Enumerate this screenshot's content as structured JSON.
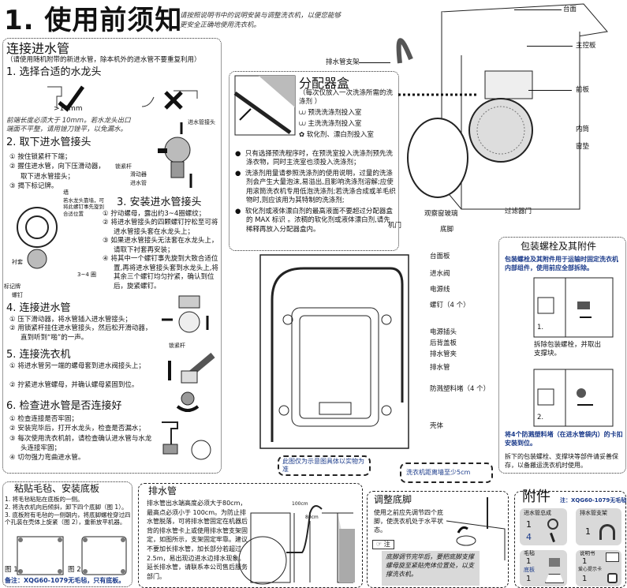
{
  "title": "1. 使用前须知",
  "subtitle": [
    "请按照说明书中的说明安装与调整洗衣机，以便您能够",
    "更安全正确地使用洗衣机。"
  ],
  "inlet": {
    "heading": "连接进水管",
    "note": "（请使用随机附带的新进水管，除本机外的进水管不要重复利用）",
    "s1": {
      "title": "1. 选择合适的水龙头",
      "measure": ">10mm",
      "caption": [
        "前端长度必须大于 10mm。若水龙头出口",
        "端面不平整，请用锉刀锉平，以免漏水。"
      ]
    },
    "s2": {
      "title": "2. 取下进水管接头",
      "items": [
        "① 按住锁紧杆下端；",
        "② 握住进水管，向下压滑动器，取下进水管接头；",
        "③ 揭下标记牌。"
      ],
      "labels": {
        "joint": "进水管接头",
        "lever": "锁紧杆",
        "slider": "滑动器",
        "pipe": "进水管"
      }
    },
    "s3": {
      "title": "3. 安装进水管接头",
      "wall": "墙",
      "wall_note": "若水龙头靠墙，可将此螺钉事先旋到合适位置",
      "labels": {
        "bush": "衬套",
        "tag": "标记牌",
        "screw": "螺钉",
        "turns": "3~4 圈"
      },
      "items": [
        "① 拧动螺母，露出约3~4圈螺纹；",
        "② 将进水管接头的四颗螺钉拧松至可将进水管接头套在水龙头上；",
        "③ 如果进水管接头无法套在水龙头上，请取下衬套再安装；",
        "④ 将其中一个螺钉事先旋到大致合适位置,再将进水管接头套到水龙头上,将其余三个螺钉均匀拧紧，确认到位后，旋紧螺钉。"
      ]
    },
    "s4": {
      "title": "4. 连接进水管",
      "items": [
        "① 压下滑动器，将水管插入进水管接头；",
        "② 用锁紧杆挂住进水管接头，然后松开滑动器，直到听到“啪”的一声。"
      ],
      "lever": "锁紧杆"
    },
    "s5": {
      "title": "5. 连接洗衣机",
      "items": [
        "① 将进水管另一端的螺母套到进水阀接头上；",
        "② 拧紧进水管螺母，并确认螺母紧固到位。"
      ]
    },
    "s6": {
      "title": "6. 检查进水管是否连接好",
      "items": [
        "① 检查连接是否牢固；",
        "② 安装完毕后，打开水龙头，检查是否漏水；",
        "③ 每次使用洗衣机前，请检查确认进水管与水龙头连接牢固；",
        "④ 切勿强力弯曲进水管。"
      ]
    }
  },
  "dispenser": {
    "title": "分配器盒",
    "note": "（每次仅放入一次洗涤所需的洗涤剂 ）",
    "compartments": [
      "预洗洗涤剂投入室",
      "主洗洗涤剂投入室",
      "软化剂、漂白剂投入室"
    ],
    "bullets": [
      "只有选择预洗程序时，在预洗室投入洗涤剂预先洗涤衣物，同时主洗室也须投入洗涤剂；",
      "洗涤剂用量请参照洗涤剂的使用说明，过量的洗涤剂会产生大量泡沫,易溢出,且影响洗涤剂溶解;应使用滚筒洗衣机专用低泡洗涤剂;若洗涤合成或羊毛织物时,则应该用为其特制的洗涤剂;",
      "软化剂或液体漂白剂的最高液面不要超过分配器盒的 MAX 标识 。浓稠的软化剂或液体漂白剂,请先稀释再放入分配器盒内。"
    ]
  },
  "front_labels": {
    "top": "台面",
    "panel": "主控板",
    "drain_holder": "排水管支架",
    "front": "前板",
    "drum": "内筒",
    "gasket": "窗垫",
    "filter": "过滤器门",
    "glass": "观察窗玻璃",
    "door": "机门",
    "foot": "底脚"
  },
  "rear_labels": [
    "台面板",
    "进水阀",
    "电源线",
    "螺钉（4 个）",
    "电源插头",
    "后背盖板",
    "排水管夹",
    "排水管",
    "防溅塑料堵（4 个）",
    "壳体"
  ],
  "rear_note": "此图仅为示意图具体以实物为准",
  "wall_note": "洗衣机距离墙至少5cm",
  "packing": {
    "title": "包装螺栓及其附件",
    "intro": "包装螺栓及其附件用于运输时固定洗衣机内部组件，使用前应全部拆除。",
    "step1": "1.",
    "cap1": "拆除包装螺栓，并取出支撑块。",
    "step2": "2.",
    "cap2": "将4个防溅塑料堵（在进水管袋内）的卡扣安装到位。",
    "footer": "拆下的包装螺栓、支撑块等部件请妥善保存，以备搬运洗衣机时使用。"
  },
  "felt": {
    "title": "粘贴毛毡、安装底板",
    "items": [
      "1. 将毛毡粘贴在底板的一侧。",
      "2. 将洗衣机向后倾斜，卸下四个底脚（图 1）。",
      "3. 底板附有毛毡的一侧朝内，将底脚螺栓穿过四个孔装在壳体上旋紧（图 2），重新放平机器。"
    ],
    "fig1": "图 1.",
    "fig2": "图 2.",
    "remark": "备注：XQG60-1079无毛毡，只有底板。"
  },
  "drain": {
    "title": "排水管",
    "text": "排水管出水端高度必须大于80cm，最高点必须小于 100cm。为防止排水管脱落，可将排水管固定在机器后背的排水管卡上或使用排水管支架固定，如图所示，支架固定牢靠。建议不要加长排水管，加长部分若超过 2.5m，易出现边进水边排水现象。延长排水管，请联系本公司售后服务部门。",
    "h100": "100cm",
    "h80": "80cm"
  },
  "feet": {
    "title": "调整底脚",
    "text": "使用之前应先调节四个底脚，使洗衣机处于水平状态。",
    "note_label": "注",
    "note": "底脚调节完毕后，要把底脚支撑螺母旋至紧贴壳体位置处，以支撑洗衣机。"
  },
  "accessories": {
    "title": "附件",
    "note": "注：XQG60-1079无毛毡",
    "items": [
      {
        "name": "进水管总成",
        "qty": "1",
        "qty2": "4"
      },
      {
        "name": "排水管支架",
        "qty": "1"
      },
      {
        "name": "毛毡",
        "qty": "1",
        "name2": "底板",
        "qty2": "1"
      },
      {
        "name": "说明书",
        "qty": "1",
        "name2": "爱心提示卡",
        "qty2": "1"
      }
    ]
  }
}
